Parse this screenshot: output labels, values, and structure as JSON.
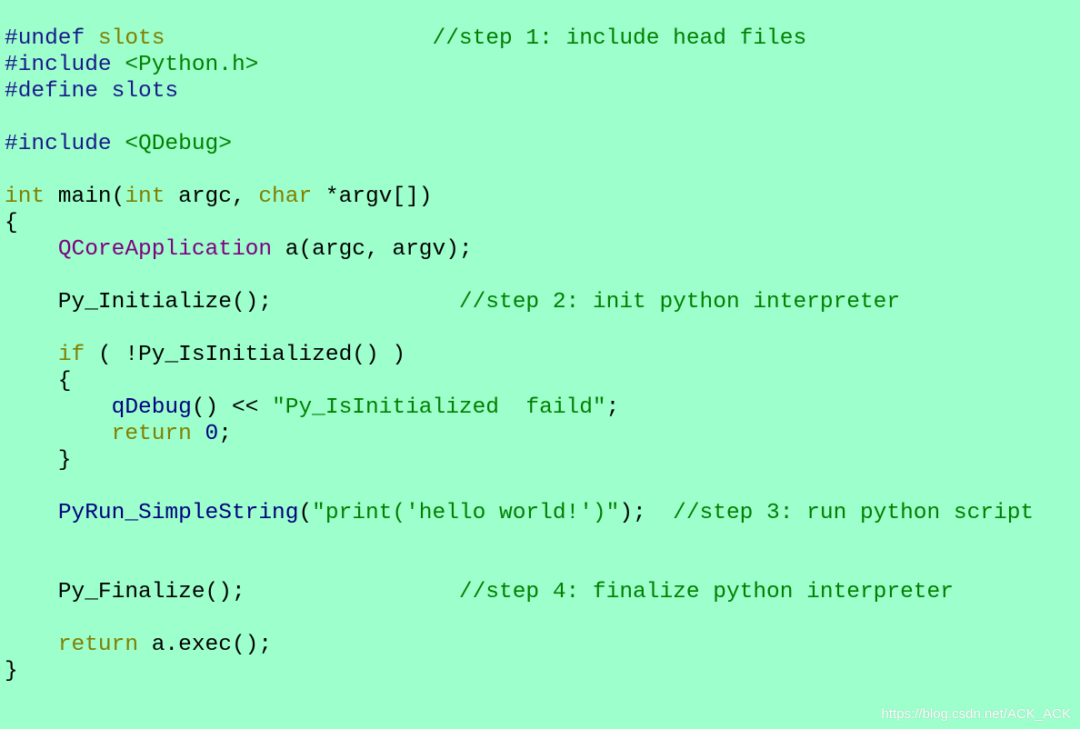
{
  "editor": {
    "lines": [
      [
        {
          "t": "#undef",
          "c": "pre"
        },
        {
          "t": " ",
          "c": "plain"
        },
        {
          "t": "slots",
          "c": "kw"
        },
        {
          "t": "                    ",
          "c": "plain"
        },
        {
          "t": "//step 1: include head files",
          "c": "cmt"
        }
      ],
      [
        {
          "t": "#include",
          "c": "pre"
        },
        {
          "t": " ",
          "c": "plain"
        },
        {
          "t": "<Python.h>",
          "c": "inc"
        }
      ],
      [
        {
          "t": "#define",
          "c": "pre"
        },
        {
          "t": " ",
          "c": "plain"
        },
        {
          "t": "slots",
          "c": "pre"
        }
      ],
      [],
      [
        {
          "t": "#include",
          "c": "pre"
        },
        {
          "t": " ",
          "c": "plain"
        },
        {
          "t": "<QDebug>",
          "c": "inc"
        }
      ],
      [],
      [
        {
          "t": "int",
          "c": "kw"
        },
        {
          "t": " main(",
          "c": "plain"
        },
        {
          "t": "int",
          "c": "kw"
        },
        {
          "t": " argc, ",
          "c": "plain"
        },
        {
          "t": "char",
          "c": "kw"
        },
        {
          "t": " *argv[])",
          "c": "plain"
        }
      ],
      [
        {
          "t": "{",
          "c": "plain"
        }
      ],
      [
        {
          "t": "    ",
          "c": "plain"
        },
        {
          "t": "QCoreApplication",
          "c": "cls"
        },
        {
          "t": " a(argc, argv);",
          "c": "plain"
        }
      ],
      [],
      [
        {
          "t": "    Py_Initialize();",
          "c": "plain"
        },
        {
          "t": "              ",
          "c": "plain"
        },
        {
          "t": "//step 2: init python interpreter",
          "c": "cmt"
        }
      ],
      [],
      [
        {
          "t": "    ",
          "c": "plain"
        },
        {
          "t": "if",
          "c": "kw"
        },
        {
          "t": " ( !Py_IsInitialized() )",
          "c": "plain"
        }
      ],
      [
        {
          "t": "    {",
          "c": "plain"
        }
      ],
      [
        {
          "t": "        ",
          "c": "plain"
        },
        {
          "t": "qDebug",
          "c": "fn"
        },
        {
          "t": "() << ",
          "c": "plain"
        },
        {
          "t": "\"Py_IsInitialized  faild\"",
          "c": "str"
        },
        {
          "t": ";",
          "c": "plain"
        }
      ],
      [
        {
          "t": "        ",
          "c": "plain"
        },
        {
          "t": "return",
          "c": "kw"
        },
        {
          "t": " ",
          "c": "plain"
        },
        {
          "t": "0",
          "c": "num"
        },
        {
          "t": ";",
          "c": "plain"
        }
      ],
      [
        {
          "t": "    }",
          "c": "plain"
        }
      ],
      [],
      [
        {
          "t": "    ",
          "c": "plain"
        },
        {
          "t": "PyRun_SimpleString",
          "c": "fn"
        },
        {
          "t": "(",
          "c": "plain"
        },
        {
          "t": "\"print('hello world!')\"",
          "c": "str"
        },
        {
          "t": ");  ",
          "c": "plain"
        },
        {
          "t": "//step 3: run python script",
          "c": "cmt"
        }
      ],
      [],
      [],
      [
        {
          "t": "    Py_Finalize();",
          "c": "plain"
        },
        {
          "t": "                ",
          "c": "plain"
        },
        {
          "t": "//step 4: finalize python interpreter",
          "c": "cmt"
        }
      ],
      [],
      [
        {
          "t": "    ",
          "c": "plain"
        },
        {
          "t": "return",
          "c": "kw"
        },
        {
          "t": " a.exec();",
          "c": "plain"
        }
      ],
      [
        {
          "t": "}",
          "c": "plain"
        }
      ]
    ]
  },
  "watermark": {
    "text": "https://blog.csdn.net/ACK_ACK"
  },
  "colors": {
    "background": "#9dffcc",
    "preprocessor": "#1a1a8c",
    "keyword": "#808000",
    "string": "#008000",
    "comment": "#008000",
    "class": "#800080",
    "plain": "#000000"
  }
}
